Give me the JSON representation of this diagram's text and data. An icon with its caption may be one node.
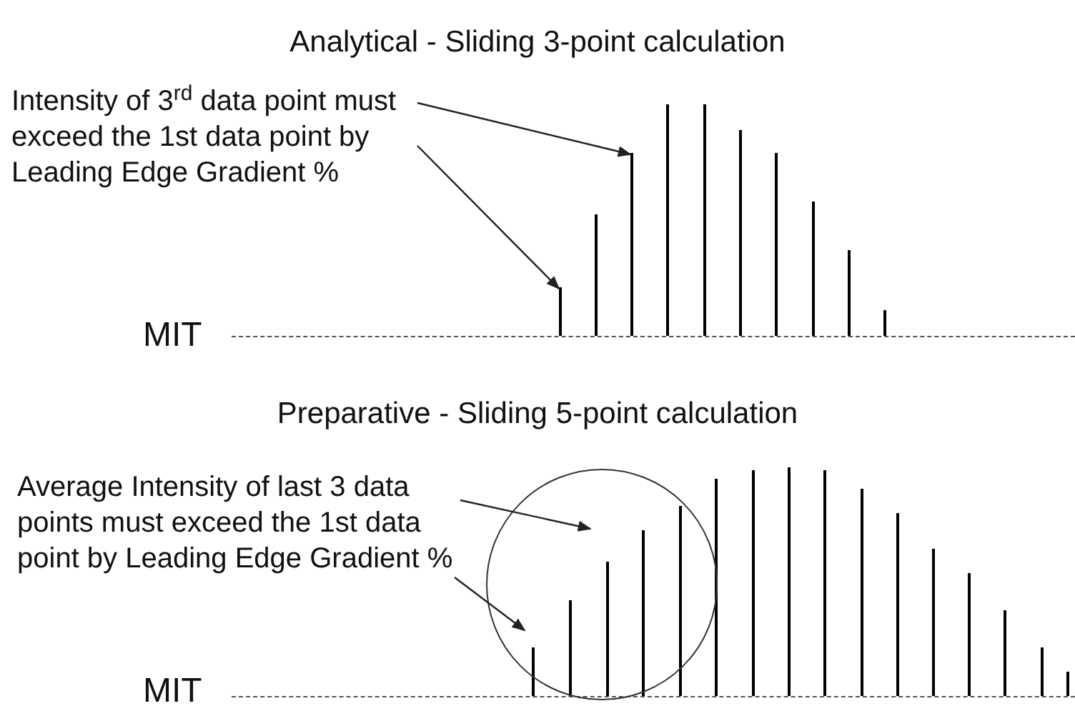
{
  "diagram": {
    "nodes": [
      {
        "text": [
          "Intensity of 3$^{rd}$ data point must exceed the 1st data point by Leading Edge Gradient %"
        ]
      },
      {
        "text": [],
        "shape": "bar"
      },
      {
        "text": [],
        "shape": "bar"
      },
      {
        "text": [
          "Average Intensity of last 3 data points must exceed the 1st data point by Leading Edge Gradient %"
        ]
      },
      {
        "text": [],
        "shape": "circle"
      }
    ],
    "edges": [
      {
        "from": 0,
        "to": 2,
        "arrow": "to"
      },
      {
        "from": 0,
        "to": 1,
        "arrow": "to"
      },
      {
        "from": 3,
        "to": 4,
        "arrow": "to"
      },
      {
        "from": 3,
        "to": 4,
        "arrow": "to"
      }
    ],
    "labels": [
      "Analytical - Sliding 3-point calculation",
      "MIT",
      "Preparative - Sliding 5-point calculation",
      "MIT"
    ]
  }
}
